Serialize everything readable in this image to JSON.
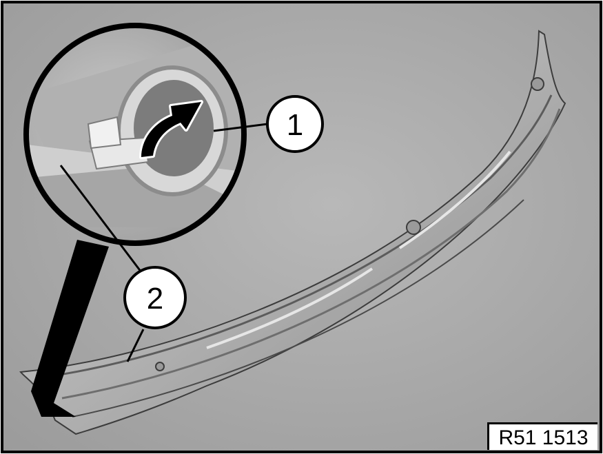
{
  "figure": {
    "reference_code": "R51 1513",
    "callouts": [
      {
        "number": "1"
      },
      {
        "number": "2"
      }
    ],
    "colors": {
      "background": "#a9a9a9",
      "frame": "#000000",
      "part_light": "#d4d4d4",
      "part_dark": "#6e6e6e",
      "arrow": "#000000"
    },
    "icons": [
      "curved-arrow-icon"
    ]
  }
}
